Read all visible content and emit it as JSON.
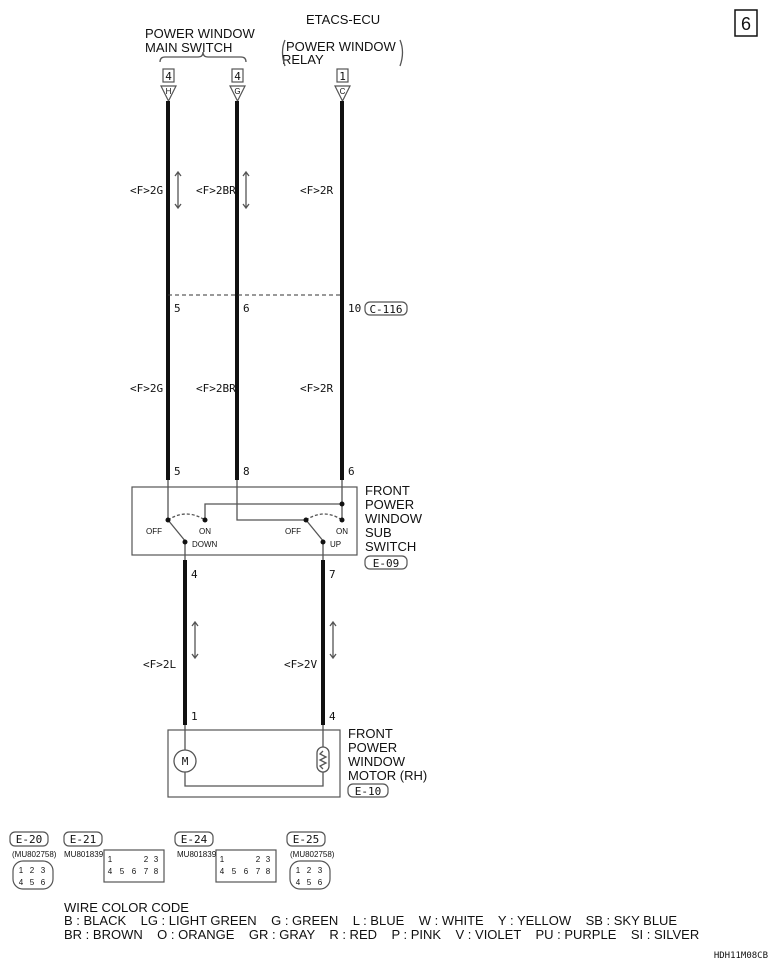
{
  "page_number": "6",
  "top": {
    "main_switch": [
      "POWER WINDOW",
      "MAIN SWITCH"
    ],
    "etacs": [
      "ETACS-ECU",
      "POWER WINDOW",
      "RELAY"
    ],
    "connectors": [
      {
        "number": "4",
        "pin": "H"
      },
      {
        "number": "4",
        "pin": "G"
      },
      {
        "number": "1",
        "pin": "C"
      }
    ]
  },
  "wires_upper": [
    "<F>2G",
    "<F>2BR",
    "<F>2R"
  ],
  "junction": {
    "pins": [
      "5",
      "6",
      "10"
    ],
    "connector": "C-116"
  },
  "wires_middle": [
    "<F>2G",
    "<F>2BR",
    "<F>2R"
  ],
  "sub_switch": {
    "pins_top": [
      "5",
      "8",
      "6"
    ],
    "pins_bottom": [
      "4",
      "7"
    ],
    "name": [
      "FRONT",
      "POWER",
      "WINDOW",
      "SUB",
      "SWITCH"
    ],
    "connector": "E-09",
    "left": {
      "off": "OFF",
      "on": "ON",
      "dir": "DOWN"
    },
    "right": {
      "off": "OFF",
      "on": "ON",
      "dir": "UP"
    }
  },
  "wires_lower": [
    "<F>2L",
    "<F>2V"
  ],
  "motor": {
    "pins": [
      "1",
      "4"
    ],
    "name": [
      "FRONT",
      "POWER",
      "WINDOW",
      "MOTOR (RH)"
    ],
    "connector": "E-10",
    "symbol": "M"
  },
  "connector_views": [
    {
      "id": "E-20",
      "part": "(MU802758)",
      "pins": [
        "1",
        "2",
        "3",
        "4",
        "5",
        "6"
      ]
    },
    {
      "id": "E-21",
      "part": "MU801839",
      "pins": [
        "1",
        "2",
        "3",
        "4",
        "5",
        "6",
        "7",
        "8"
      ]
    },
    {
      "id": "E-24",
      "part": "MU801839",
      "pins": [
        "1",
        "2",
        "3",
        "4",
        "5",
        "6",
        "7",
        "8"
      ]
    },
    {
      "id": "E-25",
      "part": "(MU802758)",
      "pins": [
        "1",
        "2",
        "3",
        "4",
        "5",
        "6"
      ]
    }
  ],
  "wire_color_code": {
    "title": "WIRE COLOR CODE",
    "line1": "B : BLACK    LG : LIGHT GREEN    G : GREEN    L : BLUE    W : WHITE    Y : YELLOW    SB : SKY BLUE",
    "line2": "BR : BROWN    O : ORANGE    GR : GRAY    R : RED    P : PINK    V : VIOLET    PU : PURPLE    SI : SILVER"
  },
  "figure_code": "HDH11M08CB"
}
